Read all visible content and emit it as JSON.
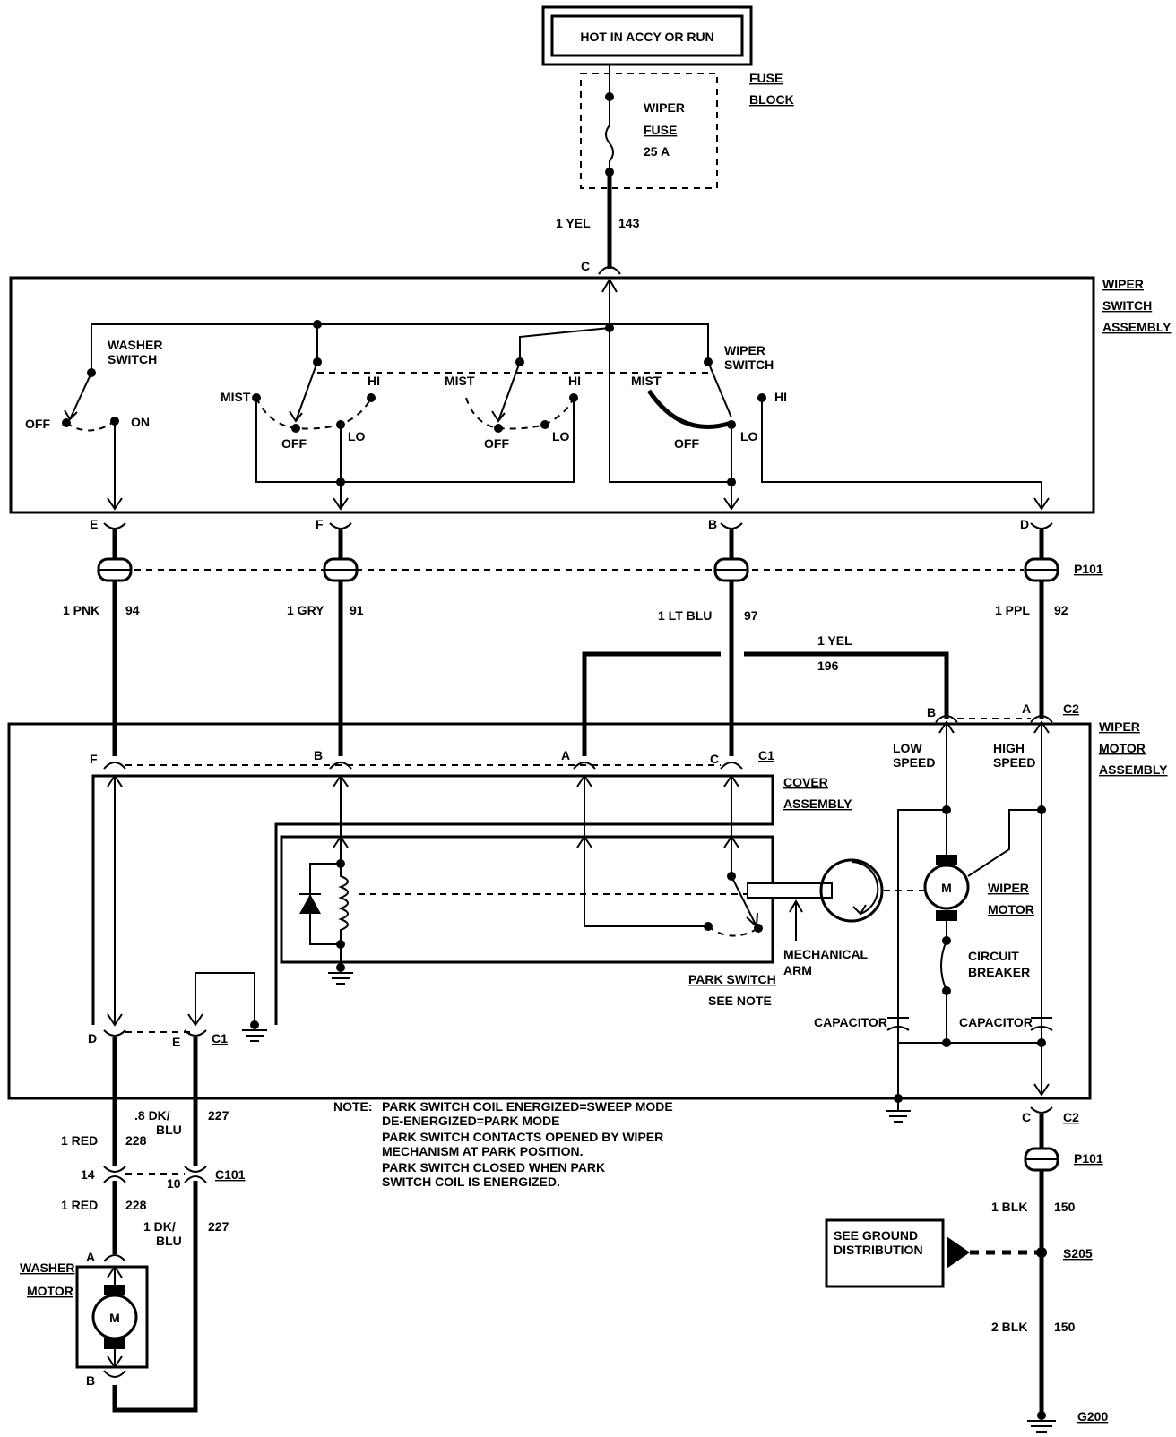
{
  "power": {
    "source": "HOT IN ACCY OR RUN"
  },
  "fuse": {
    "label_1": "WIPER",
    "label_2": "FUSE",
    "rating": "25 A",
    "block_1": "FUSE",
    "block_2": "BLOCK"
  },
  "feed": {
    "gauge_color": "1 YEL",
    "circuit": "143",
    "pin": "C"
  },
  "switch_assy": {
    "name_1": "WIPER",
    "name_2": "SWITCH",
    "name_3": "ASSEMBLY",
    "washer_1": "WASHER",
    "washer_2": "SWITCH",
    "off": "OFF",
    "on": "ON",
    "wiper_1": "WIPER",
    "wiper_2": "SWITCH",
    "mist": "MIST",
    "hi": "HI",
    "lo": "LO"
  },
  "pins_top": {
    "e": "E",
    "f": "F",
    "b": "B",
    "d": "D"
  },
  "p101": "P101",
  "wires_mid": [
    {
      "gc": "1 PNK",
      "ckt": "94"
    },
    {
      "gc": "1 GRY",
      "ckt": "91"
    },
    {
      "gc": "1 LT BLU",
      "ckt": "97"
    },
    {
      "gc": "1 PPL",
      "ckt": "92"
    }
  ],
  "yel_wire": {
    "gc": "1 YEL",
    "ckt": "196"
  },
  "motor_assy": {
    "name_1": "WIPER",
    "name_2": "MOTOR",
    "name_3": "ASSEMBLY",
    "c2": "C2",
    "c1": "C1",
    "pin_a": "A",
    "pin_b": "B",
    "pin_c": "C",
    "pin_d": "D",
    "pin_e": "E",
    "pin_f": "F",
    "low_1": "LOW",
    "low_2": "SPEED",
    "high_1": "HIGH",
    "high_2": "SPEED",
    "cover_1": "COVER",
    "cover_2": "ASSEMBLY",
    "mech_1": "MECHANICAL",
    "mech_2": "ARM",
    "park_1": "PARK SWITCH",
    "park_2": "SEE NOTE",
    "motor_1": "WIPER",
    "motor_2": "MOTOR",
    "m": "M",
    "cb_1": "CIRCUIT",
    "cb_2": "BREAKER",
    "capacitor": "CAPACITOR"
  },
  "note": {
    "head": "NOTE:",
    "l1": "PARK SWITCH COIL ENERGIZED=SWEEP MODE",
    "l2": "DE-ENERGIZED=PARK MODE",
    "l3": "PARK SWITCH CONTACTS OPENED BY WIPER",
    "l4": "MECHANISM AT PARK POSITION.",
    "l5": "PARK SWITCH CLOSED WHEN PARK",
    "l6": "SWITCH COIL IS ENERGIZED."
  },
  "bottom": {
    "dk_1": ".8 DK/",
    "dk_2": "BLU",
    "ckt227": "227",
    "red": "1 RED",
    "ckt228": "228",
    "pin14": "14",
    "pin10": "10",
    "c101": "C101",
    "dk1_1": "1 DK/",
    "dk1_2": "BLU",
    "washer_1": "WASHER",
    "washer_2": "MOTOR",
    "pin_a": "A",
    "pin_b": "B",
    "m": "M",
    "c": "C",
    "c2": "C2",
    "p101": "P101",
    "blk1": "1 BLK",
    "blk2": "2 BLK",
    "ckt150": "150",
    "ground_1": "SEE GROUND",
    "ground_2": "DISTRIBUTION",
    "s205": "S205",
    "g200": "G200"
  }
}
